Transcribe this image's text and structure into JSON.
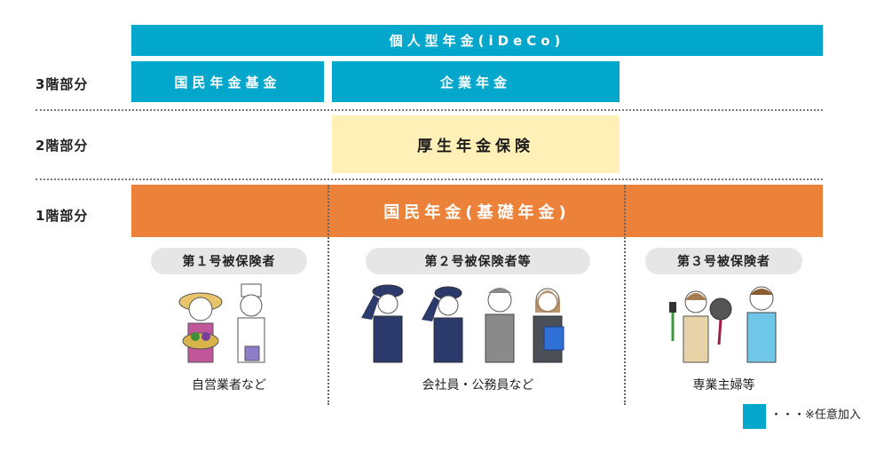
{
  "diagram": {
    "floors": [
      {
        "label": "3階部分"
      },
      {
        "label": "2階部分"
      },
      {
        "label": "1階部分"
      }
    ],
    "boxes": {
      "ideco": {
        "label": "個人型年金(iDeCo)",
        "color": "#02a7cb",
        "optional": true
      },
      "kokumin_kikin": {
        "label": "国民年金基金",
        "color": "#02a7cb",
        "optional": true
      },
      "kigyo_nenkin": {
        "label": "企業年金",
        "color": "#02a7cb",
        "optional": true
      },
      "kosei_nenkin": {
        "label": "厚生年金保険",
        "color": "#fff0b8"
      },
      "kokumin_nenkin": {
        "label": "国民年金(基礎年金)",
        "color": "#ec8139"
      }
    },
    "insured_groups": [
      {
        "title": "第１号被保険者",
        "caption": "自営業者など",
        "figures": [
          "farmer-icon",
          "chef-icon"
        ]
      },
      {
        "title": "第２号被保険者等",
        "caption": "会社員・公務員など",
        "figures": [
          "police-officer-icon",
          "police-officer-icon",
          "businessman-icon",
          "office-worker-icon"
        ]
      },
      {
        "title": "第３号被保険者",
        "caption": "専業主婦等",
        "figures": [
          "homemaker-icon",
          "husband-icon"
        ]
      }
    ],
    "legend": {
      "swatch_color": "#02a7cb",
      "text": "・・・※任意加入"
    }
  }
}
